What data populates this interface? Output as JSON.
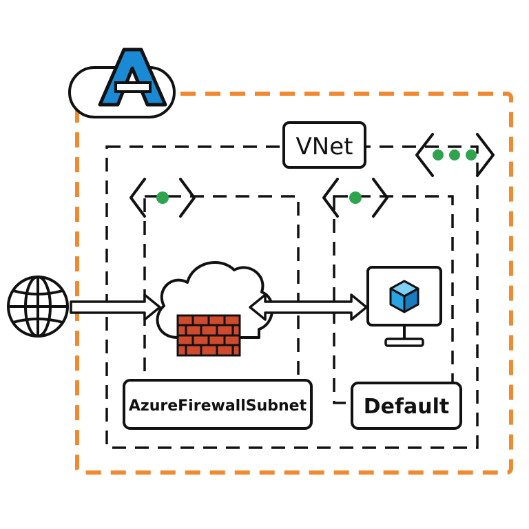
{
  "labels": {
    "vnet": "VNet",
    "firewall_subnet": "AzureFirewallSubnet",
    "default_subnet": "Default",
    "logo_letter": "A"
  },
  "icons": {
    "logo": "azure-logo-icon",
    "internet": "globe-icon",
    "firewall": "cloud-firewall-icon",
    "vm": "virtual-machine-icon",
    "vnet": "vnet-ellipsis-icon",
    "subnet": "subnet-brackets-icon"
  },
  "colors": {
    "azure_boundary": "#f0892f",
    "azure_blue": "#1a8ad4",
    "network_dash": "#111111",
    "dot_green": "#2ea44f",
    "brick": "#d04a2e",
    "cube": "#2aa3e3"
  }
}
